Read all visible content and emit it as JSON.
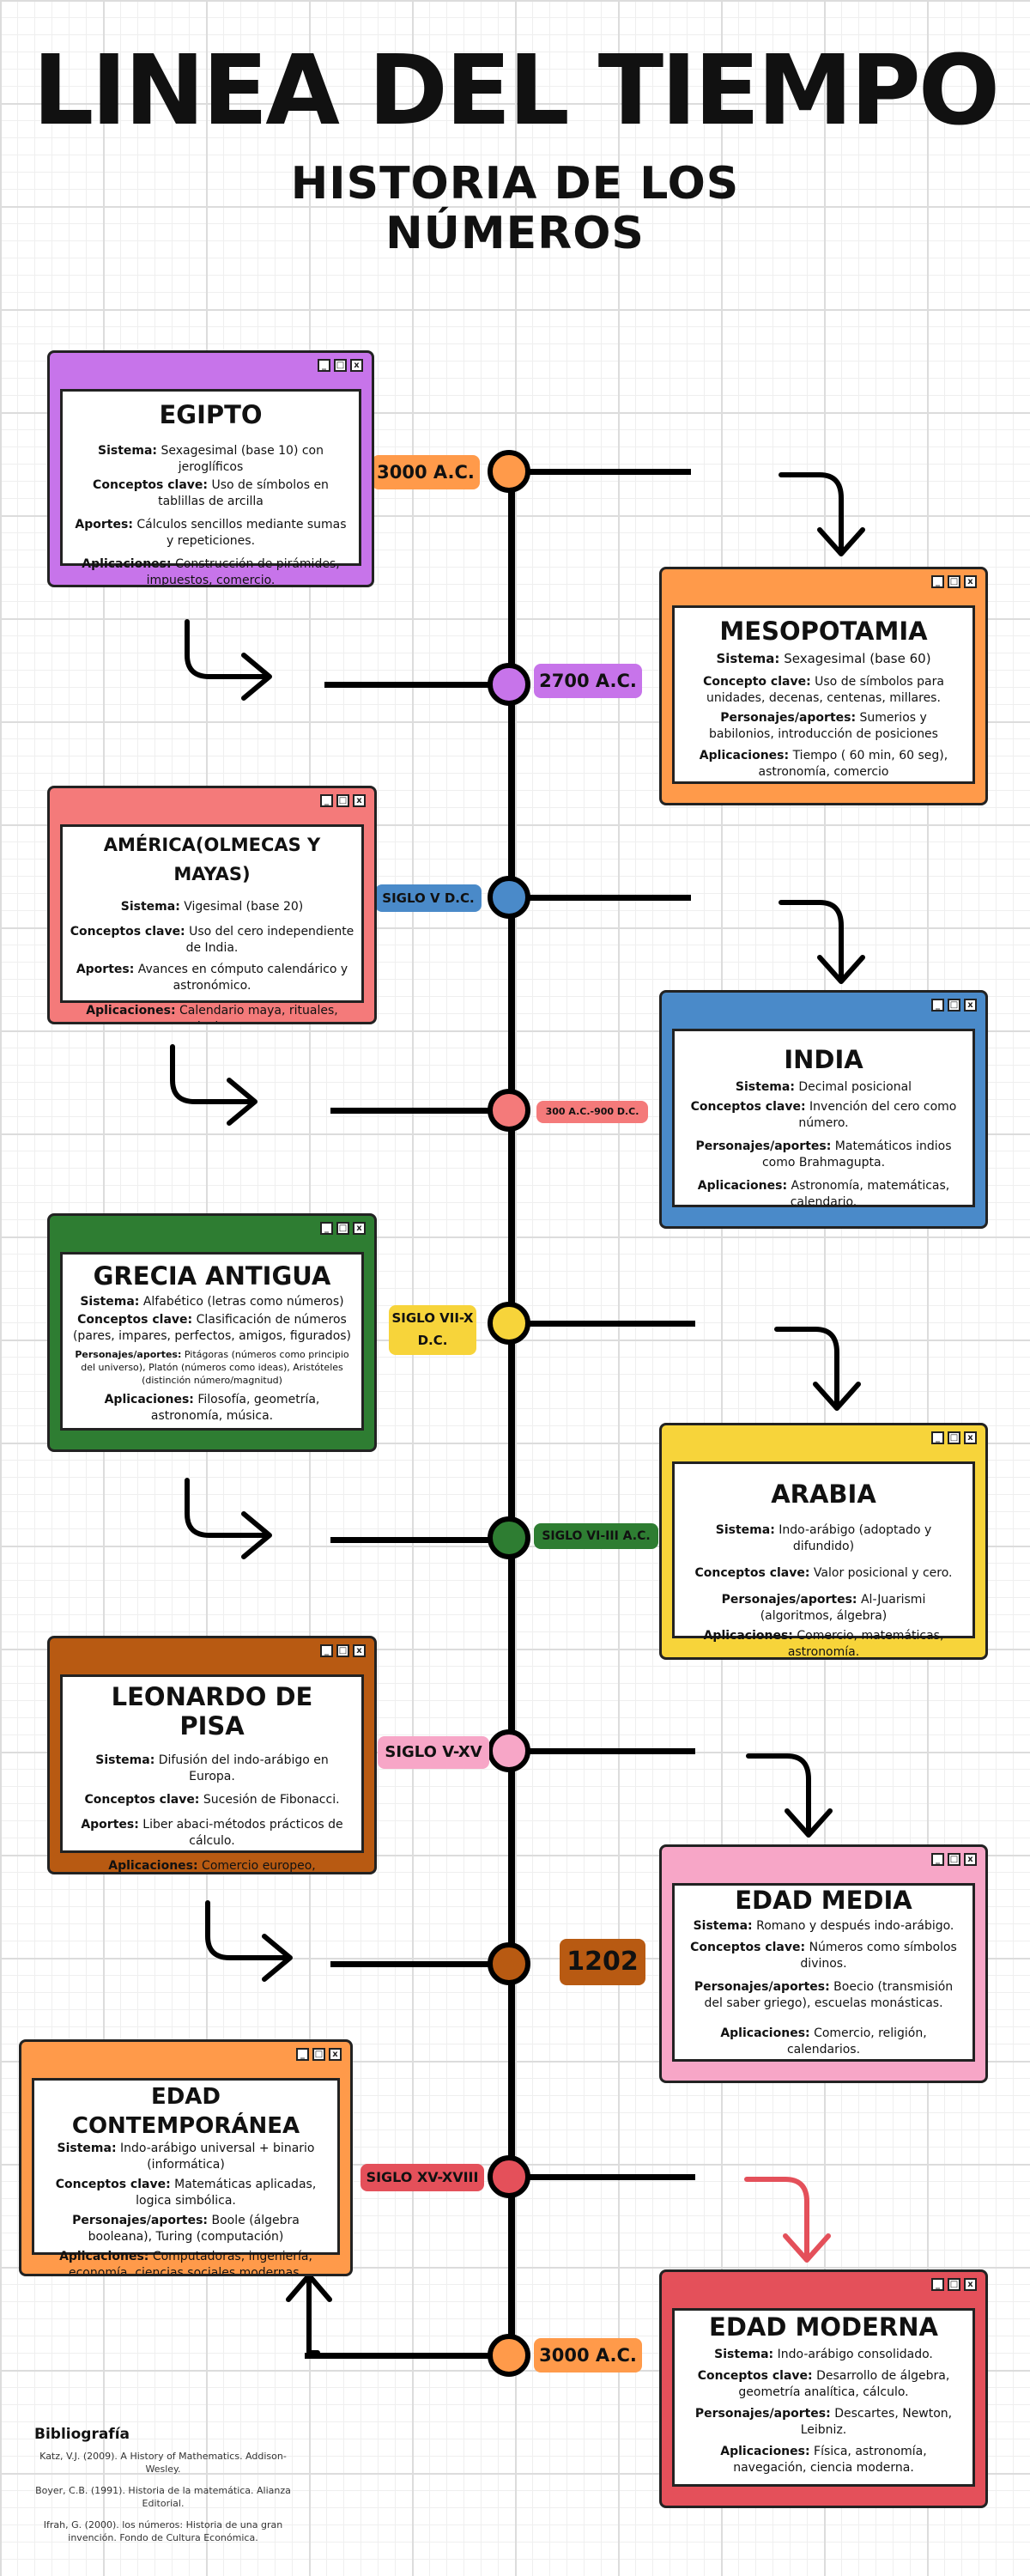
{
  "header": {
    "title": "LINEA DEL TIEMPO",
    "subtitle_line1": "HISTORIA DE LOS",
    "subtitle_line2": "NÚMEROS"
  },
  "window_controls": {
    "minimize": "_",
    "maximize": "□",
    "close": "x"
  },
  "labels": {
    "egipto_date": "3000 A.C.",
    "meso_date": "2700 A.C.",
    "america_date": "SIGLO V D.C.",
    "india_date": "300 A.C.-900 D.C.",
    "grecia_date_1": "SIGLO VII-X",
    "grecia_date_2": "D.C.",
    "arabia_date": "SIGLO VI-III A.C.",
    "leonardo_date": "SIGLO V-XV",
    "media_date": "1202",
    "contemp_date": "SIGLO XV-XVIII",
    "moderna_date": "3000 A.C."
  },
  "colors": {
    "egipto": "#c774ea",
    "meso": "#ff9a4a",
    "america": "#f47a7a",
    "india": "#4a8ac9",
    "grecia": "#2e7d32",
    "arabia": "#f7d43a",
    "leonardo": "#b85a12",
    "media": "#f7a6c7",
    "contemp": "#ff9a4a",
    "moderna": "#e4505a"
  },
  "cards": {
    "egipto": {
      "title": "EGIPTO",
      "f1_label": "Sistema:",
      "f1_value": "Sexagesimal (base 10) con jeroglíficos",
      "f2_label": "Conceptos clave:",
      "f2_value": "Uso de símbolos en tablillas de arcilla",
      "f3_label": "Aportes:",
      "f3_value": "Cálculos sencillos mediante sumas y repeticiones.",
      "f4_label": "Aplicaciones:",
      "f4_value": "Construcción de pirámides, impuestos, comercio."
    },
    "meso": {
      "title": "MESOPOTAMIA",
      "f1_label": "Sistema:",
      "f1_value": "Sexagesimal (base 60)",
      "f2_label": "Concepto clave:",
      "f2_value": "Uso de símbolos para unidades, decenas, centenas, millares.",
      "f3_label": "Personajes/aportes:",
      "f3_value": "Sumerios y babilonios, introducción de posiciones",
      "f4_label": "Aplicaciones:",
      "f4_value": "Tiempo ( 60 min, 60 seg), astronomía, comercio"
    },
    "america": {
      "title": "AMÉRICA(OLMECAS Y MAYAS)",
      "f1_label": "Sistema:",
      "f1_value": "Vigesimal (base 20)",
      "f2_label": "Conceptos clave:",
      "f2_value": "Uso del cero independiente de India.",
      "f3_label": "Aportes:",
      "f3_value": "Avances en cómputo calendárico y astronómico.",
      "f4_label": "Aplicaciones:",
      "f4_value": "Calendario maya, rituales, agricultura."
    },
    "india": {
      "title": "INDIA",
      "f1_label": "Sistema:",
      "f1_value": "Decimal posicional",
      "f2_label": "Conceptos clave:",
      "f2_value": "Invención del cero como número.",
      "f3_label": "Personajes/aportes:",
      "f3_value": "Matemáticos indios como Brahmagupta.",
      "f4_label": "Aplicaciones:",
      "f4_value": "Astronomía, matemáticas, calendario."
    },
    "grecia": {
      "title": "GRECIA ANTIGUA",
      "f1_label": "Sistema:",
      "f1_value": "Alfabético (letras como números)",
      "f2_label": "Conceptos clave:",
      "f2_value": "Clasificación de números (pares, impares, perfectos, amigos, figurados)",
      "f3_label": "Personajes/aportes:",
      "f3_value": "Pitágoras (números como principio del universo), Platón (números como ideas), Aristóteles (distinción número/magnitud)",
      "f4_label": "Aplicaciones:",
      "f4_value": "Filosofía, geometría, astronomía, música."
    },
    "arabia": {
      "title": "ARABIA",
      "f1_label": "Sistema:",
      "f1_value": "Indo-arábigo (adoptado y difundido)",
      "f2_label": "Conceptos clave:",
      "f2_value": "Valor posicional y cero.",
      "f3_label": "Personajes/aportes:",
      "f3_value": "Al-Juarismi (algoritmos, álgebra)",
      "f4_label": "Aplicaciones:",
      "f4_value": "Comercio, matemáticas, astronomía."
    },
    "leonardo": {
      "title": "LEONARDO DE PISA",
      "f1_label": "Sistema:",
      "f1_value": "Difusión del indo-arábigo en Europa.",
      "f2_label": "Conceptos clave:",
      "f2_value": "Sucesión de Fibonacci.",
      "f3_label": "Aportes:",
      "f3_value": "Liber abaci-métodos prácticos de cálculo.",
      "f4_label": "Aplicaciones:",
      "f4_value": "Comercio europeo, matemáticas medievales."
    },
    "media": {
      "title": "EDAD MEDIA",
      "f1_label": "Sistema:",
      "f1_value": "Romano y después indo-arábigo.",
      "f2_label": "Conceptos clave:",
      "f2_value": "Números como símbolos divinos.",
      "f3_label": "Personajes/aportes:",
      "f3_value": "Boecio (transmisión del saber griego), escuelas monásticas.",
      "f4_label": "Aplicaciones:",
      "f4_value": "Comercio, religión, calendarios."
    },
    "contemp": {
      "title": "EDAD CONTEMPORÁNEA",
      "f1_label": "Sistema:",
      "f1_value": "Indo-arábigo universal + binario (informática)",
      "f2_label": "Conceptos clave:",
      "f2_value": "Matemáticas aplicadas, logica simbólica.",
      "f3_label": "Personajes/aportes:",
      "f3_value": "Boole (álgebra booleana), Turing (computación)",
      "f4_label": "Aplicaciones:",
      "f4_value": "Computadoras, ingeniería, economía, ciencias sociales modernas."
    },
    "moderna": {
      "title": "EDAD MODERNA",
      "f1_label": "Sistema:",
      "f1_value": "Indo-arábigo consolidado.",
      "f2_label": "Conceptos clave:",
      "f2_value": "Desarrollo de álgebra, geometría analítica, cálculo.",
      "f3_label": "Personajes/aportes:",
      "f3_value": "Descartes, Newton, Leibniz.",
      "f4_label": "Aplicaciones:",
      "f4_value": "Física, astronomía, navegación, ciencia moderna."
    }
  },
  "bibliography": {
    "title": "Bibliografía",
    "ref1": "Katz, V.J. (2009). A History of Mathematics. Addison-Wesley.",
    "ref2": "Boyer, C.B. (1991). Historia de la matemática. Alianza Editorial.",
    "ref3": "Ifrah, G. (2000). los números: Historia de una gran invención. Fondo de Cultura Económica."
  }
}
